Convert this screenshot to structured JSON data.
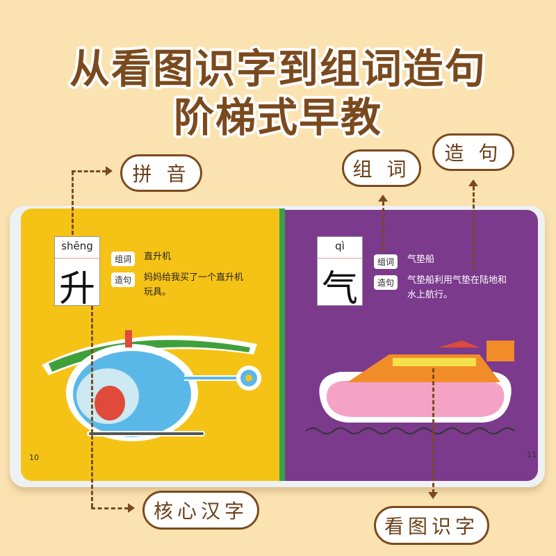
{
  "headline": {
    "line1": "从看图识字到组词造句",
    "line2": "阶梯式早教"
  },
  "callouts": {
    "pinyin": "拼 音",
    "zuci": "组 词",
    "zaoju": "造 句",
    "hexin": "核心汉字",
    "kantu": "看图识字"
  },
  "left_page": {
    "pinyin": "shēng",
    "hanzi": "升",
    "zuci_tag": "组词",
    "zuci_text": "直升机",
    "zaoju_tag": "造句",
    "zaoju_line1": "妈妈给我买了一个直升机",
    "zaoju_line2": "玩具。",
    "page_number": "10",
    "illustration": "helicopter-illustration"
  },
  "right_page": {
    "pinyin": "qì",
    "hanzi": "气",
    "zuci_tag": "组词",
    "zuci_text": "气垫船",
    "zaoju_tag": "造句",
    "zaoju_line1": "气垫船利用气垫在陆地和",
    "zaoju_line2": "水上航行。",
    "page_number": "11",
    "illustration": "hovercraft-illustration"
  },
  "colors": {
    "background": "#fbe3b1",
    "headline": "#7a4a1e",
    "left_page": "#f5c316",
    "right_page": "#7b3a8c"
  }
}
